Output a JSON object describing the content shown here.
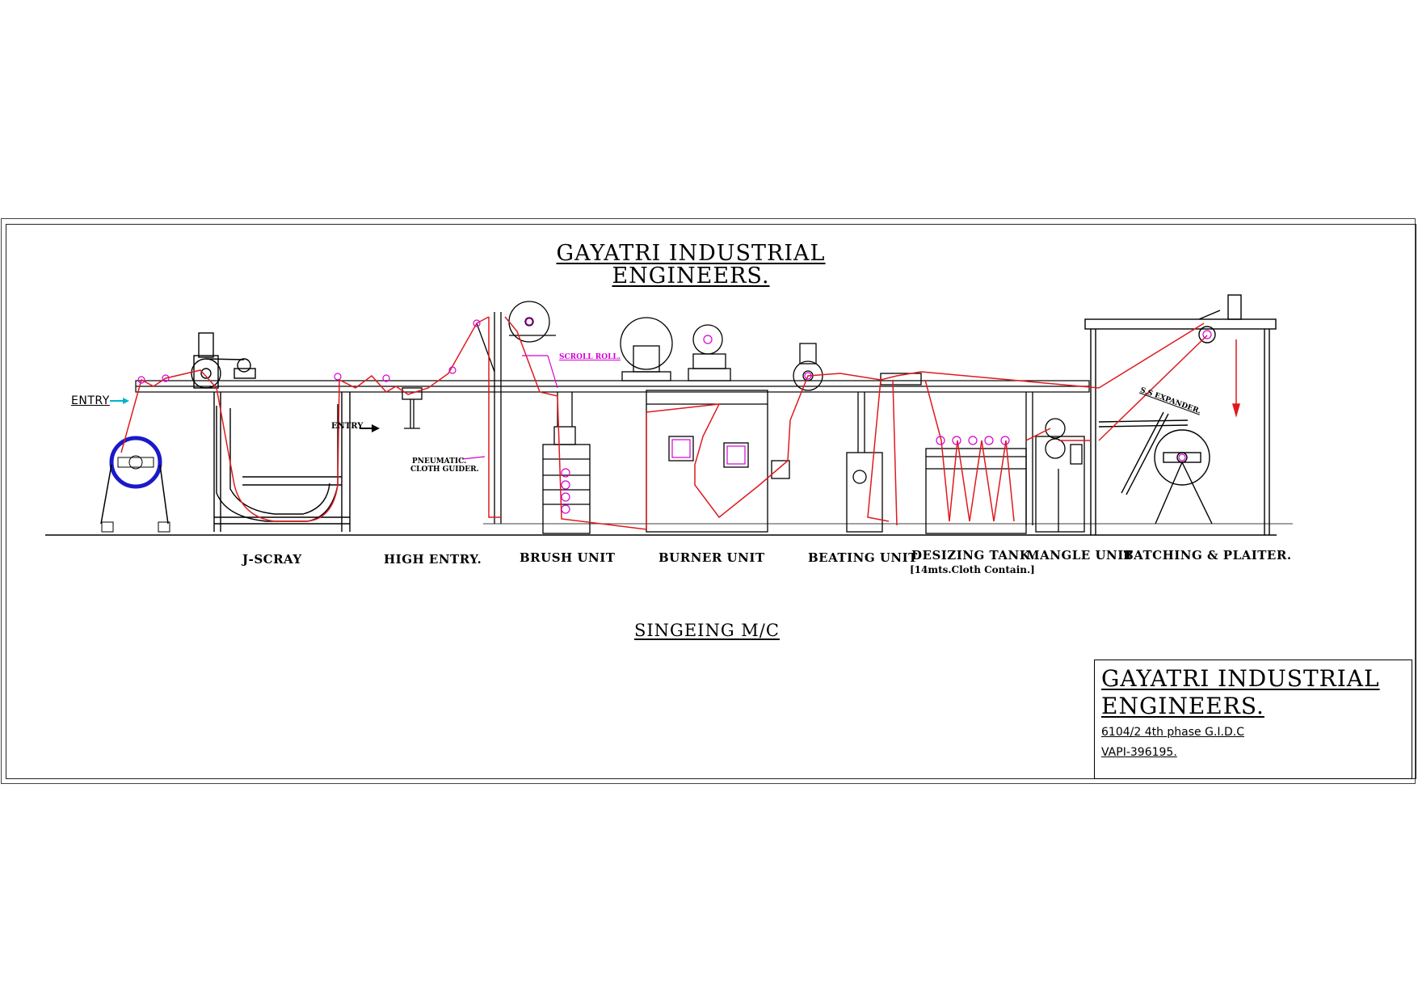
{
  "header": {
    "title_line1": "GAYATRI INDUSTRIAL",
    "title_line2": "ENGINEERS."
  },
  "machine_title": "SINGEING M/C",
  "entry_labels": {
    "entry_left": "ENTRY",
    "entry_jscray": "ENTRY"
  },
  "annotations": {
    "scroll_roll": "SCROLL ROLL.",
    "pneumatic_line1": "PNEUMATIC.",
    "pneumatic_line2": "CLOTH GUIDER.",
    "ss_expander": "S.S EXPANDER."
  },
  "units": [
    {
      "label": "J-SCRAY"
    },
    {
      "label": "HIGH ENTRY."
    },
    {
      "label": "BRUSH UNIT"
    },
    {
      "label": "BURNER UNIT"
    },
    {
      "label": "BEATING UNIT"
    },
    {
      "label": "DESIZING TANK."
    },
    {
      "label": "MANGLE UNIT"
    },
    {
      "label": "BATCHING & PLAITER."
    }
  ],
  "desizing_note": "[14mts.Cloth Contain.]",
  "title_block": {
    "company_line1": "GAYATRI INDUSTRIAL",
    "company_line2": "ENGINEERS.",
    "address_line1": "6104/2 4th phase G.I.D.C",
    "address_line2": "VAPI-396195."
  },
  "colors": {
    "cloth_path": "#e0191e",
    "roller_marker": "#d400d4",
    "supply_roll": "#1a1ac8",
    "entry_arrow": "#00b4c8",
    "frame": "#000000"
  }
}
